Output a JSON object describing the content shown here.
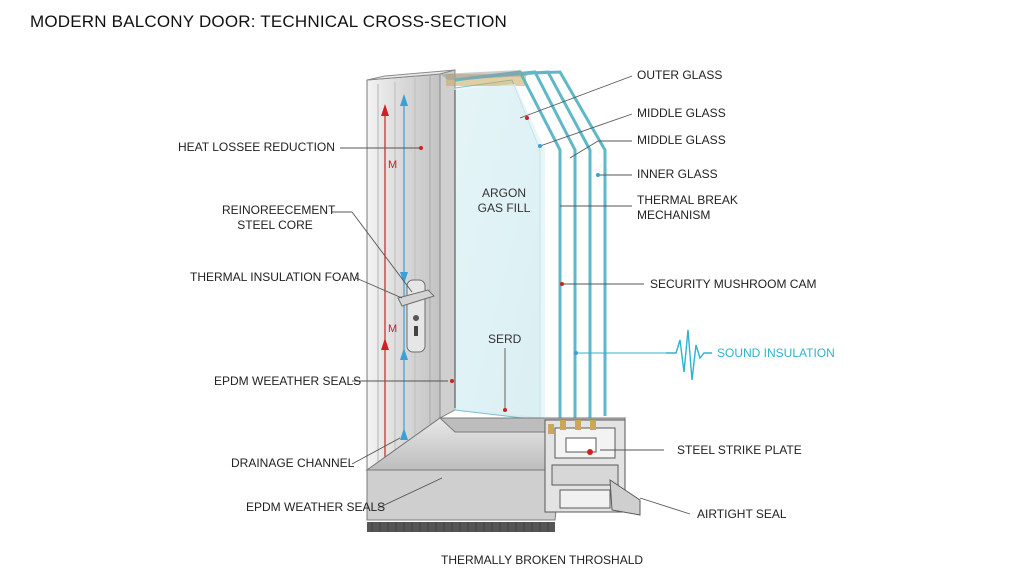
{
  "title": "MODERN BALCONY DOOR: TECHNICAL CROSS-SECTION",
  "labels": {
    "outer_glass": "OUTER GLASS",
    "middle_glass_1": "MIDDLE GLASS",
    "middle_glass_2": "MIDDLE GLASS",
    "inner_glass": "INNER GLASS",
    "thermal_break_1": "THERMAL BREAK",
    "thermal_break_2": "MECHANISM",
    "security_cam": "SECURITY MUSHROOM CAM",
    "sound_insulation": "SOUND INSULATION",
    "steel_strike": "STEEL STRIKE PLATE",
    "airtight_seal": "AIRTIGHT SEAL",
    "heat_loss": "HEAT LOSSEE REDUCTION",
    "reinforcement_1": "REINOREECEMENT",
    "reinforcement_2": "STEEL CORE",
    "thermal_foam": "THERMAL INSULATION FOAM",
    "epdm_1": "EPDM WEEATHER SEALS",
    "drainage": "DRAINAGE CHANNEL",
    "epdm_2": "EPDM WEATHER SEALS",
    "threshold": "THERMALLY BROKEN THROSHALD",
    "argon_1": "ARGON",
    "argon_2": "GAS FILL",
    "serd": "SERD",
    "frame_mark_top": "M",
    "frame_mark_mid": "M"
  },
  "colors": {
    "frame": "#d9d9d9",
    "frame_dark": "#a9a9a9",
    "glass": "#d8eef2",
    "glass_edge": "#5fb8c8",
    "accent_red": "#d02020",
    "accent_blue": "#3aa0d8",
    "sound_wave": "#2fb3d0"
  }
}
